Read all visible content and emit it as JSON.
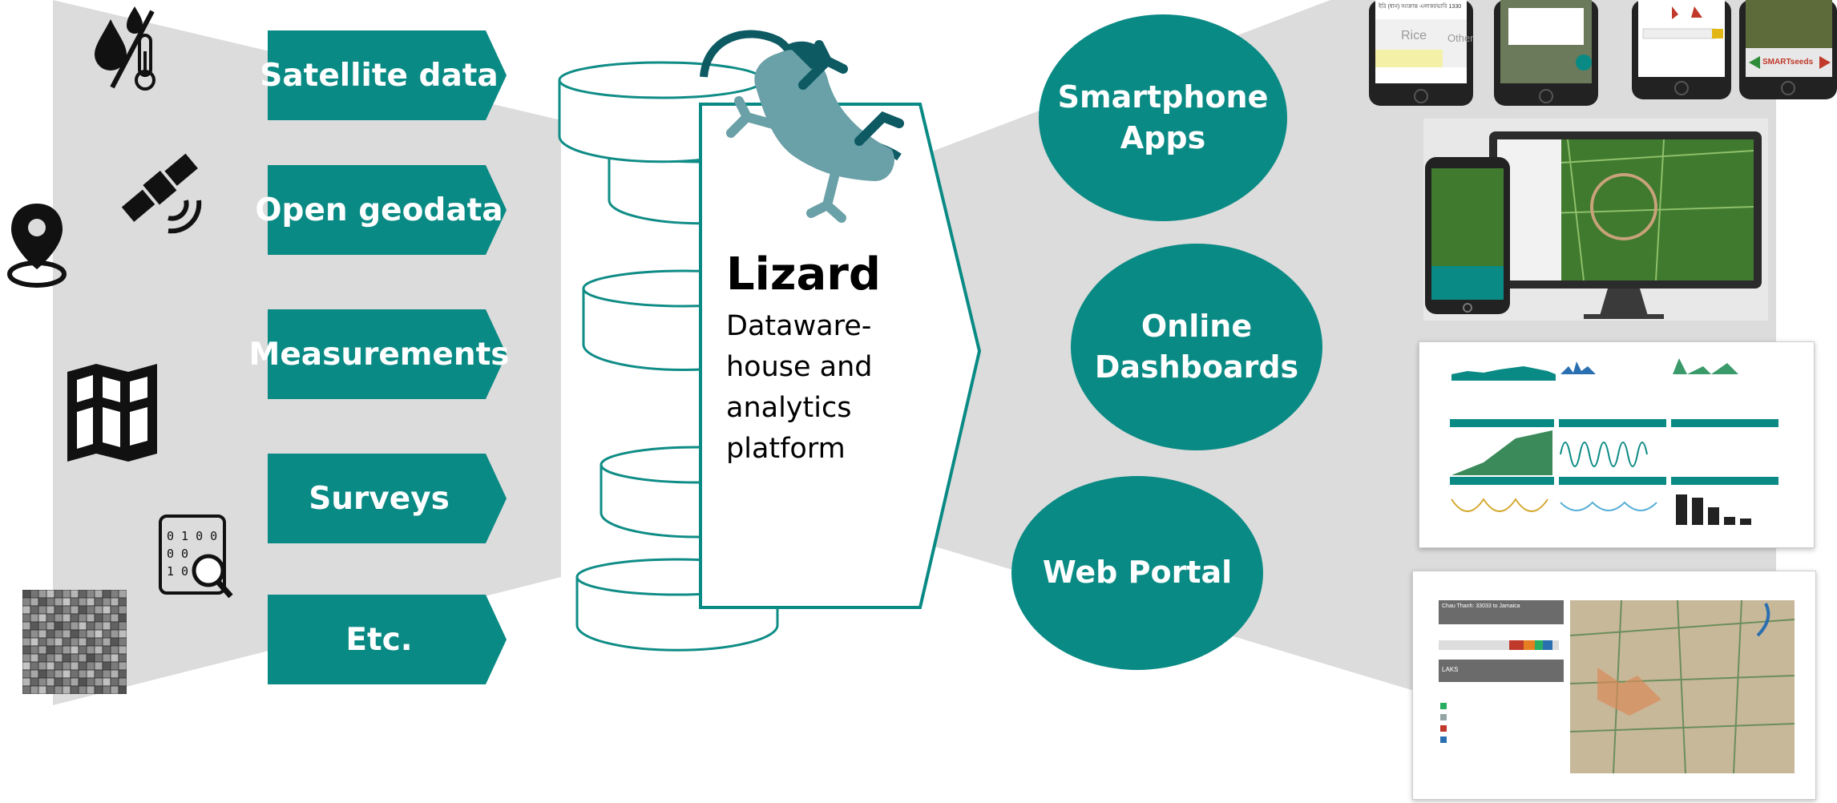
{
  "colors": {
    "teal": "#0a8a84",
    "band_gray": "#dcdcdc",
    "cylinder_stroke": "#0f8c86",
    "lizard_body": "#6aa0a7",
    "lizard_dark": "#0d5a63"
  },
  "inputs": [
    {
      "label": "Satellite data",
      "icon": "water-temperature-icon"
    },
    {
      "label": "Open geodata",
      "icon": "satellite-icon"
    },
    {
      "label": "Measurements",
      "icon": "map-icon"
    },
    {
      "label": "Surveys",
      "icon": "binary-search-icon"
    },
    {
      "label": "Etc.",
      "icon": "raster-grid-icon"
    }
  ],
  "side_icons": [
    "location-pin-icon"
  ],
  "platform": {
    "name": "Lizard",
    "description": "Dataware-\nhouse and\nanalytics\nplatform",
    "logo": "lizard-logo"
  },
  "outputs": [
    {
      "label": "Smartphone\nApps"
    },
    {
      "label": "Online\nDashboards"
    },
    {
      "label": "Web Portal"
    }
  ],
  "screenshots": {
    "phone1": {
      "header": "ইরি (ধান) আক্রান্ত এলাকা/ভাবি 1330",
      "crop": "Rice",
      "other": "Other"
    },
    "banner": {
      "text": "SMARTseeds"
    },
    "portal": {
      "title": "Chau Thanh: 33033 to Jamaica",
      "section": "LAKS"
    }
  }
}
